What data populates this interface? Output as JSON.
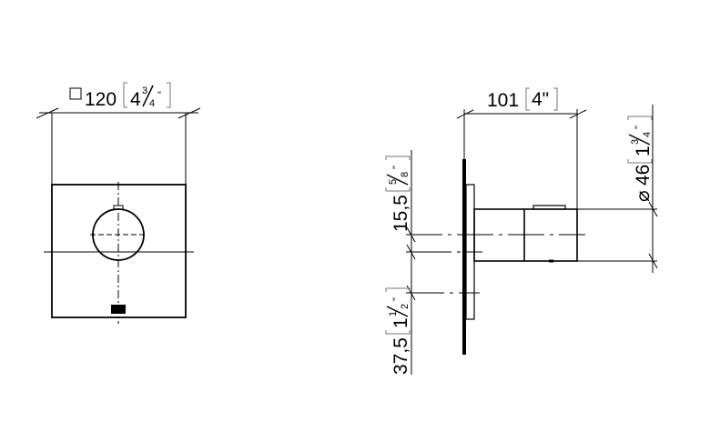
{
  "front_view": {
    "dimension": {
      "symbol": "□",
      "value": "120",
      "inch_whole": "4",
      "inch_num": "3",
      "inch_den": "4",
      "inch_mark": "\""
    }
  },
  "side_view": {
    "depth": {
      "value": "101",
      "inch": "4\""
    },
    "diameter": {
      "symbol": "⌀",
      "value": "46",
      "inch_whole": "1",
      "inch_num": "3",
      "inch_den": "4",
      "inch_mark": "\""
    },
    "offset_top": {
      "value": "15,5",
      "inch_num": "5",
      "inch_den": "8",
      "inch_mark": "\""
    },
    "offset_bottom": {
      "value": "37,5",
      "inch_whole": "1",
      "inch_num": "1",
      "inch_den": "2",
      "inch_mark": "\""
    }
  }
}
